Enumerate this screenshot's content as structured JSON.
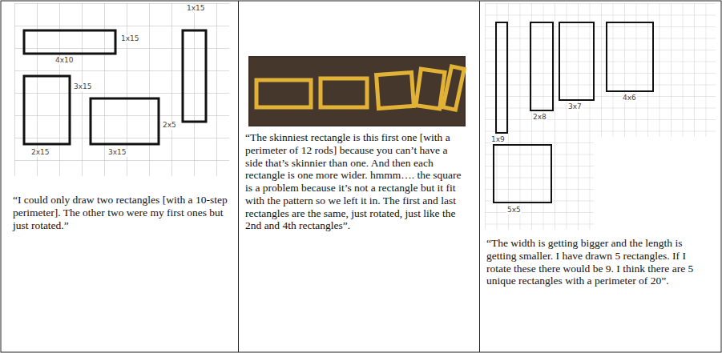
{
  "diagram": {
    "labels": [
      "1x15",
      "1x15",
      "4x10",
      "3x15",
      "2x5",
      "2x15",
      "3x15",
      "“I could only draw two rectangles [with a 10-step perimeter]. The other two were my first ones but just rotated.”",
      "“The skinniest rectangle is this first one [with a perimeter of 12 rods] because you can’t have a side that’s skinnier than one. And then each rectangle is one more wider. hmmm…. the square is a problem because it’s not a rectangle but it fit with the pattern so we left it in. The first and last rectangles are the same, just rotated, just like the 2nd and 4th rectangles”.",
      "1x9",
      "2x8",
      "3x7",
      "4x6",
      "5x5",
      "“The width is getting bigger and the length is getting smaller. I have drawn 5 rectangles. If I rotate these there would be 9. I think there are 5 unique rectangles with a perimeter of 20”."
    ]
  }
}
